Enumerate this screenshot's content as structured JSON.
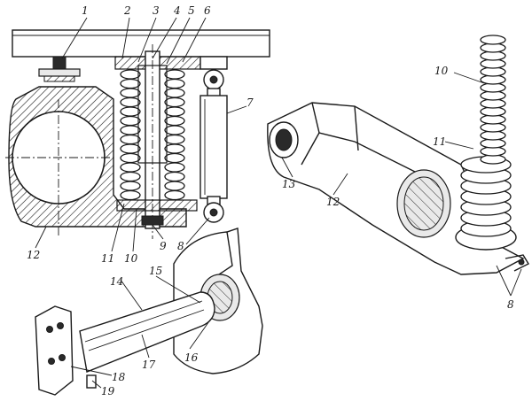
{
  "labels": {
    "l1": "1",
    "l2": "2",
    "l3": "3",
    "l4": "4",
    "l5": "5",
    "l6": "6",
    "l7": "7",
    "l8a": "8",
    "l9": "9",
    "l10a": "10",
    "l11a": "11",
    "l12a": "12",
    "l10b": "10",
    "l11b": "11",
    "l12b": "12",
    "l13": "13",
    "l8b": "8",
    "l14": "14",
    "l15": "15",
    "l16": "16",
    "l17": "17",
    "l18": "18",
    "l19": "19"
  }
}
